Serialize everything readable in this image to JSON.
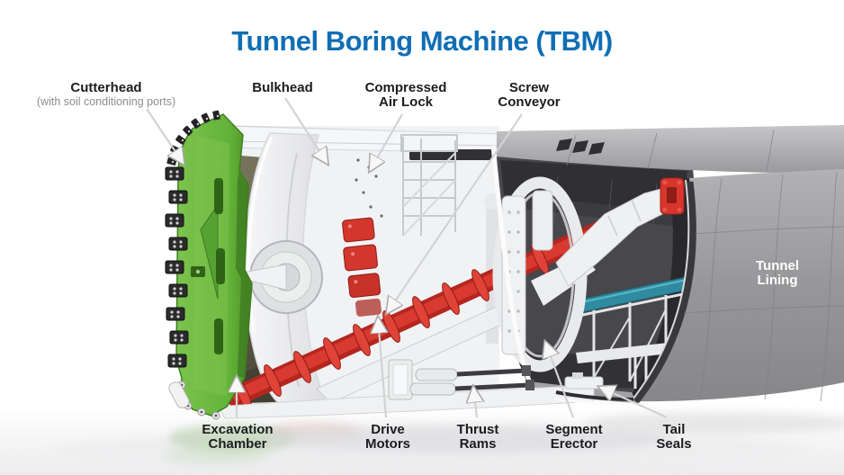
{
  "title": "Tunnel Boring Machine (TBM)",
  "labels": {
    "cutterhead": {
      "title": "Cutterhead",
      "subtitle": "(with soil conditioning ports)"
    },
    "bulkhead": {
      "line1": "Bulkhead"
    },
    "compressed_air_lock": {
      "line1": "Compressed",
      "line2": "Air Lock"
    },
    "screw_conveyor": {
      "line1": "Screw",
      "line2": "Conveyor"
    },
    "tunnel_lining": {
      "line1": "Tunnel",
      "line2": "Lining"
    },
    "excavation_chamber": {
      "line1": "Excavation",
      "line2": "Chamber"
    },
    "drive_motors": {
      "line1": "Drive",
      "line2": "Motors"
    },
    "thrust_rams": {
      "line1": "Thrust",
      "line2": "Rams"
    },
    "segment_erector": {
      "line1": "Segment",
      "line2": "Erector"
    },
    "tail_seals": {
      "line1": "Tail",
      "line2": "Seals"
    }
  },
  "colors": {
    "title_blue": "#0f6eb4",
    "label_dark": "#1c1c1e",
    "label_gray": "#8d8d8f",
    "cutterhead_green": "#6ab93f",
    "machine_red": "#d6362c",
    "conveyor_teal": "#2f8ba0",
    "lining_gray": "#98989a",
    "interior_dark": "#47474c",
    "shield_white": "#f0f1f3"
  }
}
